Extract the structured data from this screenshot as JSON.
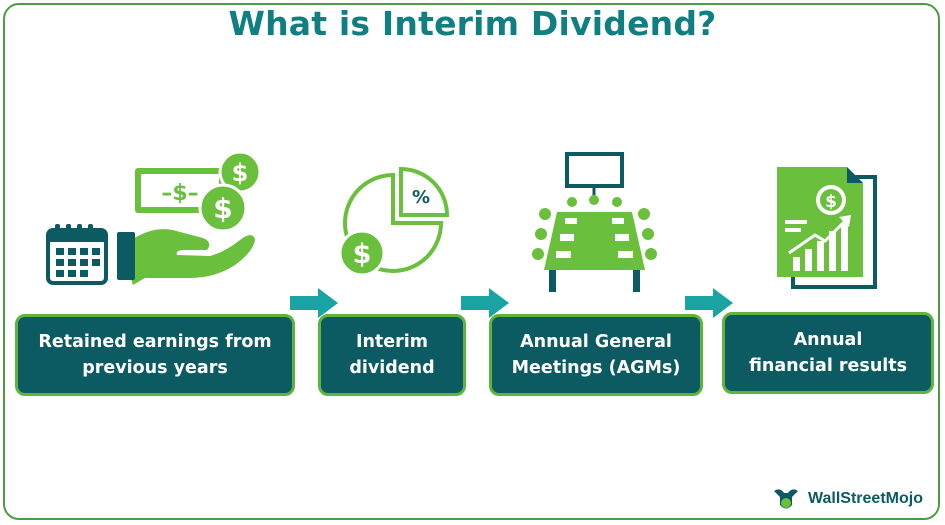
{
  "title": "What is Interim Dividend?",
  "steps": [
    {
      "line1": "Retained earnings from",
      "line2": "previous years"
    },
    {
      "line1": "Interim",
      "line2": "dividend"
    },
    {
      "line1": "Annual General",
      "line2": "Meetings (AGMs)"
    },
    {
      "line1": "Annual",
      "line2": "financial results"
    }
  ],
  "icons": {
    "step1": [
      "calendar-icon",
      "money-hand-icon",
      "dollar-coin-icon"
    ],
    "step2": [
      "pie-chart-percent-icon"
    ],
    "step3": [
      "meeting-table-icon"
    ],
    "step4": [
      "financial-report-icon"
    ]
  },
  "arrow_symbol": "→",
  "brand": {
    "name": "WallStreetMojo"
  },
  "colors": {
    "accent": "#6abf3d",
    "card": "#0d5b62",
    "title": "#0f7f82",
    "arrow": "#1aa3a3"
  }
}
